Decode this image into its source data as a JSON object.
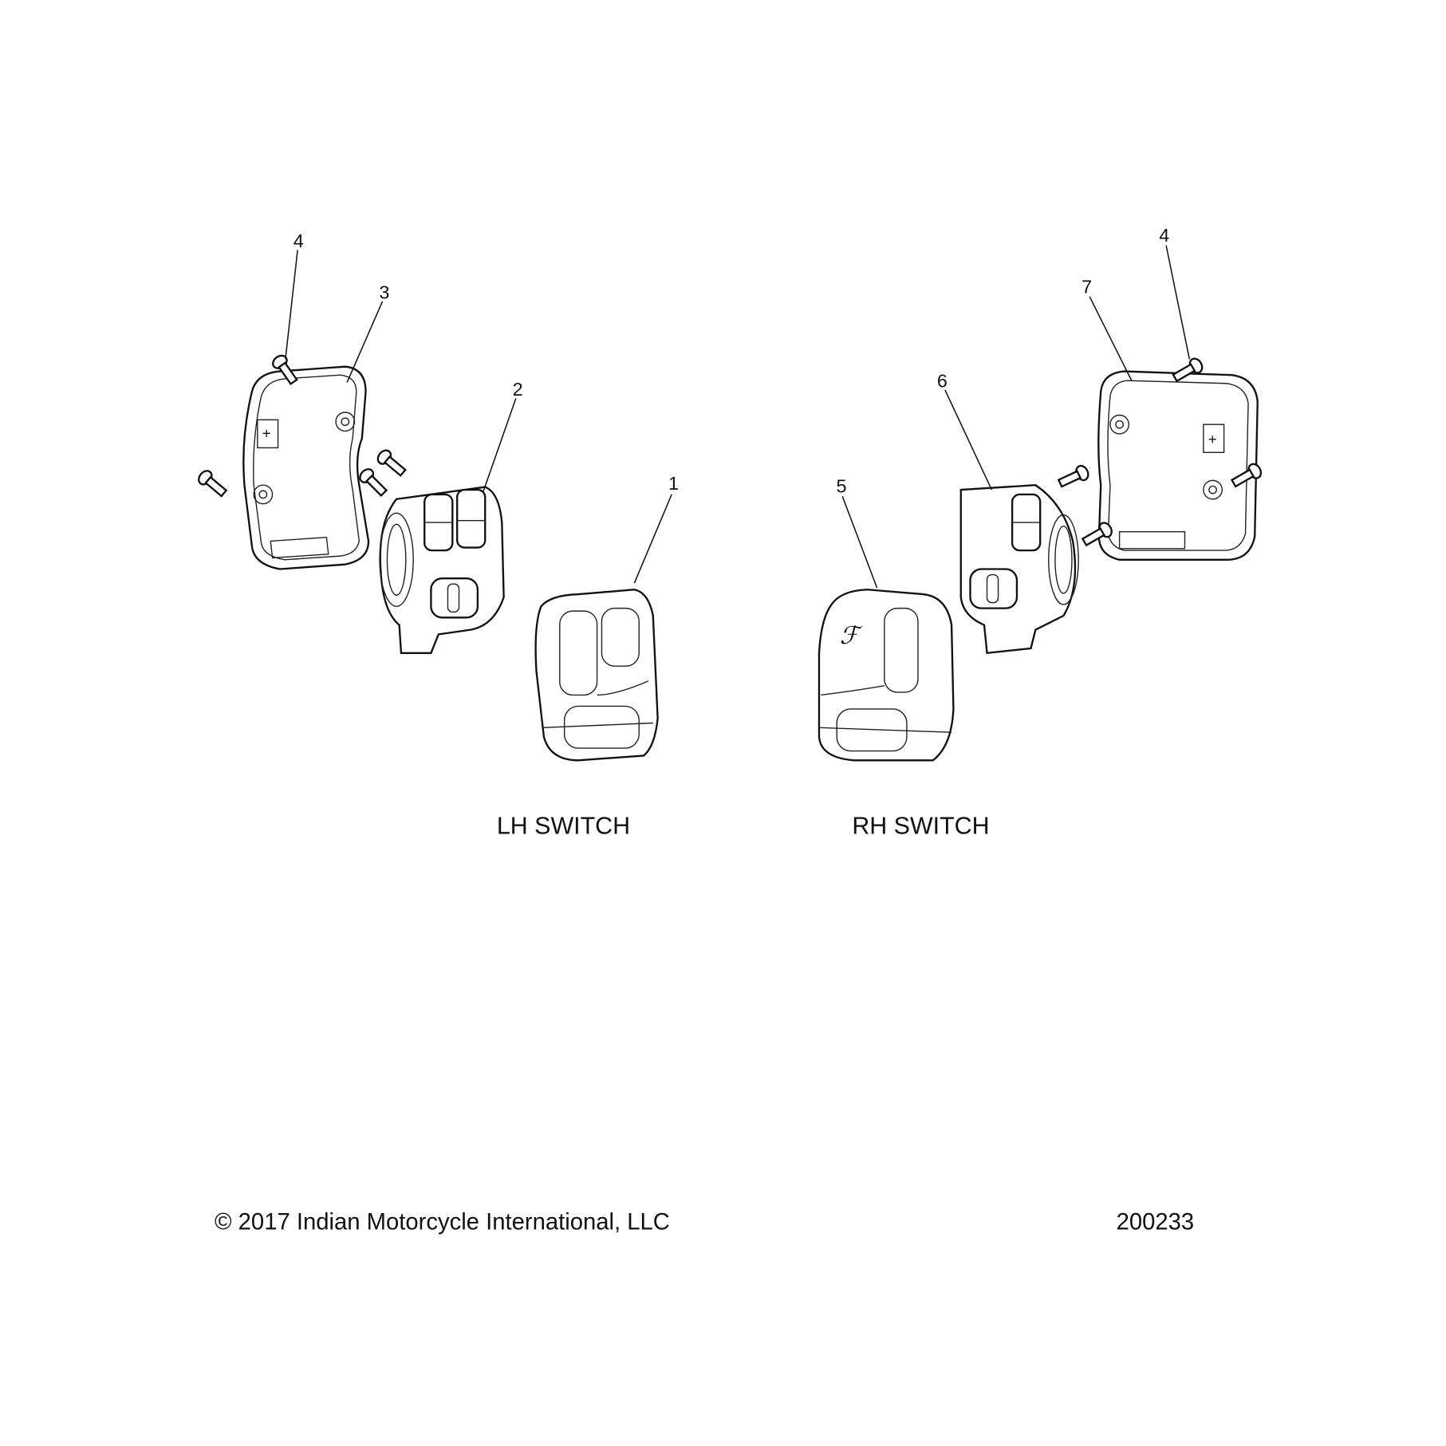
{
  "callouts": {
    "c1": "1",
    "c2": "2",
    "c3": "3",
    "c4_left": "4",
    "c5": "5",
    "c6": "6",
    "c7": "7",
    "c4_right": "4"
  },
  "captions": {
    "lh": "LH SWITCH",
    "rh": "RH SWITCH"
  },
  "footer": {
    "copyright": "© 2017 Indian Motorcycle International, LLC",
    "drawing_number": "200233"
  }
}
